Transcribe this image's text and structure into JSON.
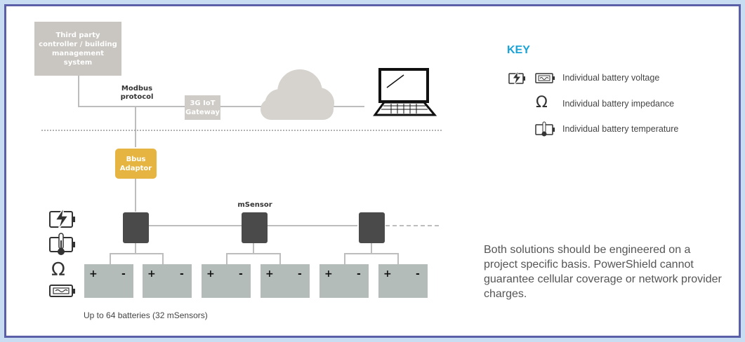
{
  "nodes": {
    "controller": "Third party controller / building management system",
    "modbus": "Modbus protocol",
    "gateway": "3G IoT Gateway",
    "bbus": "Bbus Adaptor",
    "msensor": "mSensor"
  },
  "battery_terminals": {
    "plus": "+",
    "minus": "-"
  },
  "caption": "Up to 64 batteries (32 mSensors)",
  "key": {
    "title": "KEY",
    "items": [
      {
        "icon": "battery-voltage-icon",
        "label": "Individual battery voltage"
      },
      {
        "icon": "impedance-omega-icon",
        "label": "Individual battery impedance"
      },
      {
        "icon": "battery-temperature-icon",
        "label": "Individual battery temperature"
      }
    ]
  },
  "note": "Both solutions should be engineered on a project specific basis. PowerShield cannot guarantee cellular coverage or network provider charges.",
  "colors": {
    "gray_box": "#c9c5c0",
    "gateway_box": "#cfcbc6",
    "cloud": "#d6d2cd",
    "bbus": "#e6b441",
    "sensor": "#4a4a4a",
    "battery": "#b3bcb8",
    "key_title": "#1aa3d6",
    "border": "#5a5fa8"
  }
}
